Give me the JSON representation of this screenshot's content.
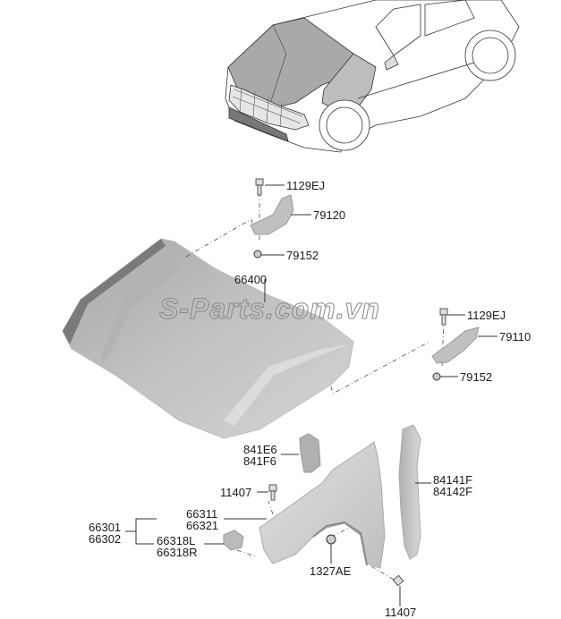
{
  "watermark": "S-Parts.com.vn",
  "parts": {
    "bolt_upper_left": "1129EJ",
    "hinge_left": "79120",
    "nut_left": "79152",
    "hood": "66400",
    "bolt_upper_right": "1129EJ",
    "hinge_right": "79110",
    "nut_right": "79152",
    "fender_filler": [
      "841E6",
      "841F6"
    ],
    "fender_bolt": "11407",
    "fender_assy": [
      "66301",
      "66302"
    ],
    "fender_panel": [
      "66311",
      "66321"
    ],
    "fender_bracket": [
      "66318L",
      "66318R"
    ],
    "nut_fender": "1327AE",
    "fender_bolt_lower": "11407",
    "fender_liner": [
      "84141F",
      "84142F"
    ]
  },
  "colors": {
    "part_fill": "#c4c4c4",
    "part_shade": "#9a9a9a",
    "line": "#333333",
    "label": "#1a1a1a"
  }
}
